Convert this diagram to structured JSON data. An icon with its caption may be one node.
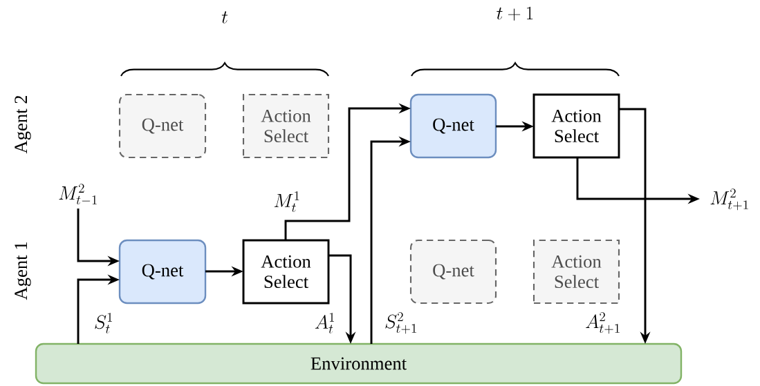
{
  "diagram": {
    "nodes": [
      {
        "text": [
          "Q-net"
        ]
      },
      {
        "text": [
          "Action Select"
        ]
      },
      {
        "text": [
          "Q-net"
        ]
      },
      {
        "text": [
          "Action Select"
        ]
      },
      {
        "text": [
          "M_{t-1}^2"
        ]
      },
      {
        "text": [
          "M_{t+1}^2"
        ]
      },
      {
        "text": [
          "Q-net"
        ]
      },
      {
        "text": [
          "Action Select"
        ]
      },
      {
        "text": [
          "Q-net"
        ]
      },
      {
        "text": [
          "Action Select"
        ]
      },
      {
        "text": [
          "Environment"
        ]
      }
    ],
    "edges": [
      {
        "from": 6,
        "to": 7,
        "arrow": "to"
      },
      {
        "from": 4,
        "to": 6,
        "arrow": "to"
      },
      {
        "from": 10,
        "to": 6,
        "arrow": "to",
        "label": "S_t^1"
      },
      {
        "from": 7,
        "to": 10,
        "arrow": "to",
        "label": "A_t^1"
      },
      {
        "from": 7,
        "to": 2,
        "arrow": "to",
        "label": "M_t^1"
      },
      {
        "from": 10,
        "to": 2,
        "arrow": "to",
        "label": "S_{t+1}^2"
      },
      {
        "from": 2,
        "to": 3,
        "arrow": "to"
      },
      {
        "from": 3,
        "to": 5,
        "arrow": "to"
      },
      {
        "from": 3,
        "to": 10,
        "arrow": "to",
        "label": "A_{t+1}^2"
      }
    ],
    "labels": [
      "t",
      "t+1",
      "Agent 2",
      "Agent 1"
    ]
  }
}
